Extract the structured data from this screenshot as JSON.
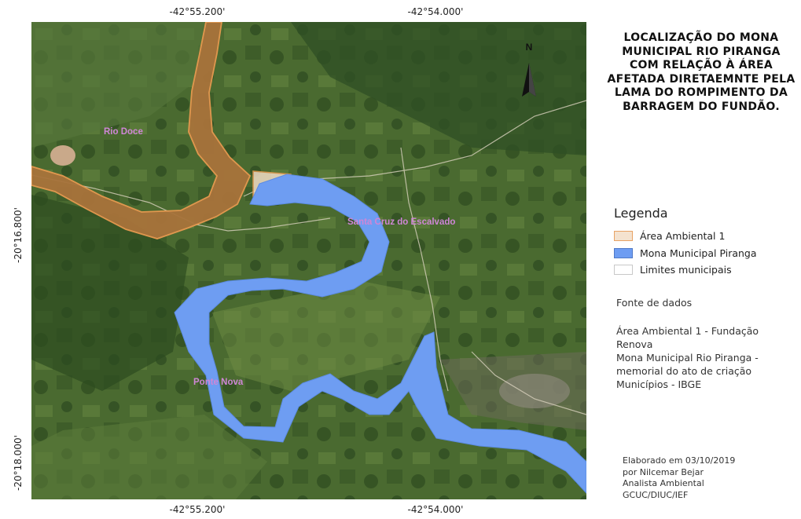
{
  "coordinates": {
    "top": [
      "-42°55.200'",
      "-42°54.000'"
    ],
    "bottom": [
      "-42°55.200'",
      "-42°54.000'"
    ],
    "left": [
      "-20°16.800'",
      "-20°18.000'"
    ]
  },
  "map": {
    "place_labels": {
      "rio_doce": "Rio Doce",
      "santa_cruz": "Santa Cruz do Escalvado",
      "ponte_nova": "Ponte Nova"
    },
    "north_label": "N"
  },
  "title": "LOCALIZAÇÃO DO MONA MUNICIPAL RIO PIRANGA COM RELAÇÃO À ÁREA AFETADA DIRETAEMNTE PELA LAMA DO ROMPIMENTO DA BARRAGEM DO FUNDÃO.",
  "legend": {
    "title": "Legenda",
    "items": [
      {
        "label": "Área Ambiental 1",
        "color": "#f4e2cf",
        "border": "#e8a365"
      },
      {
        "label": "Mona Municipal Piranga",
        "color": "#6e9df2",
        "border": "#4f79c7"
      },
      {
        "label": "Limites municipais",
        "color": "#ffffff",
        "border": "#c8c8c8"
      }
    ]
  },
  "sources": {
    "title": "Fonte de dados",
    "lines": [
      "Área Ambiental 1 - Fundação",
      "Renova",
      "Mona Municipal Rio Piranga -",
      "memorial do ato de criação",
      "Municípios - IBGE"
    ]
  },
  "credit": [
    "Elaborado em 03/10/2019",
    "por Nilcemar Bejar",
    "Analista Ambiental",
    "GCUC/DIUC/IEF"
  ],
  "colors": {
    "river_mona": "#6e9df2",
    "area_fill": "#b07a3f",
    "area_outline": "#e89a50",
    "place_label": "#cf86d6",
    "forest": "#2d4a22",
    "pasture": "#5b7a3c"
  }
}
